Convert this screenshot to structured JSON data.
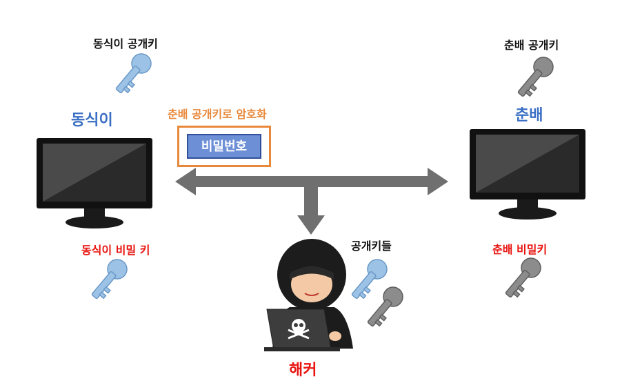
{
  "left_party": {
    "public_key_label": "동식이 공개키",
    "name": "동식이",
    "private_key_label": "동식이 비밀 키"
  },
  "right_party": {
    "public_key_label": "춘배 공개키",
    "name": "춘배",
    "private_key_label": "춘배 비밀키"
  },
  "message": {
    "caption": "춘배 공개키로 암호화",
    "content": "비밀번호"
  },
  "hacker": {
    "keys_label": "공개키들",
    "name": "해커",
    "laptop_icon": "skull-icon"
  },
  "colors": {
    "blue_text": "#3a6fc4",
    "red_text": "#e8140f",
    "orange": "#e8883a",
    "arrow": "#6f6f6f",
    "blue_key": "#9cc3e6",
    "gray_key": "#8c8c8c",
    "message_box": "#6d8fd6"
  }
}
